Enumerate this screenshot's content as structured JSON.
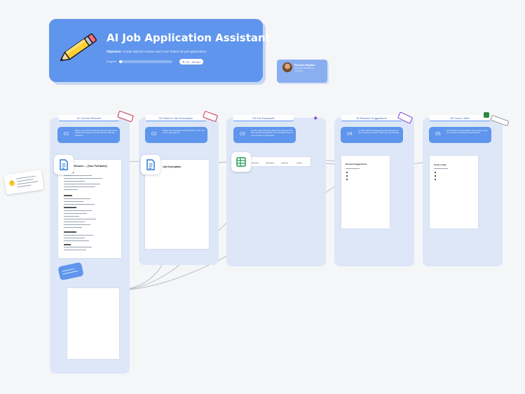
{
  "header": {
    "title": "AI Job Application Assistant",
    "objective_label": "Objective:",
    "objective_text": "Create tailored resume and cover letters for job applications.",
    "progress_label": "Progress",
    "progress": 0.05,
    "time": "10 - 30 min"
  },
  "profile": {
    "name": "Rosana Raybar",
    "role": "Solutions Architect at",
    "company": "company"
  },
  "columns": [
    {
      "title": "01 Current Resume",
      "step_num": "01",
      "step_text": "Paste your current resume into the document below and make sure it has all the relevant sections."
    },
    {
      "title": "02 Paste in Job Description",
      "step_num": "02",
      "step_text": "Paste the complete job description of the role you're applying for."
    },
    {
      "title": "03 The Keywords",
      "step_num": "03",
      "step_text": "AI will extract the key skills and requirements from the job description and compare them to your resume to find gaps."
    },
    {
      "title": "04 Resume Suggestions",
      "step_num": "04",
      "step_text": "AI will rewrite and suggest improvements to your resume to better match the job posting."
    },
    {
      "title": "05 Cover Letter",
      "step_num": "05",
      "step_text": "AI will draft a personalised cover letter using your resume and the job description."
    }
  ],
  "docs": {
    "resume_heading": "Your Resume — [Your Full Name]",
    "job_description_heading": "Job Description",
    "resume_suggestions_heading": "Resume Suggestions",
    "cover_letter_heading": "Cover Letter"
  },
  "colors": {
    "accent": "#5f95ec",
    "column_bg": "#dde7f8",
    "canvas_bg": "#f5f6f8"
  },
  "icons": {
    "header": "pencil-icon",
    "doc": "document-icon",
    "sheet": "spreadsheet-icon"
  }
}
